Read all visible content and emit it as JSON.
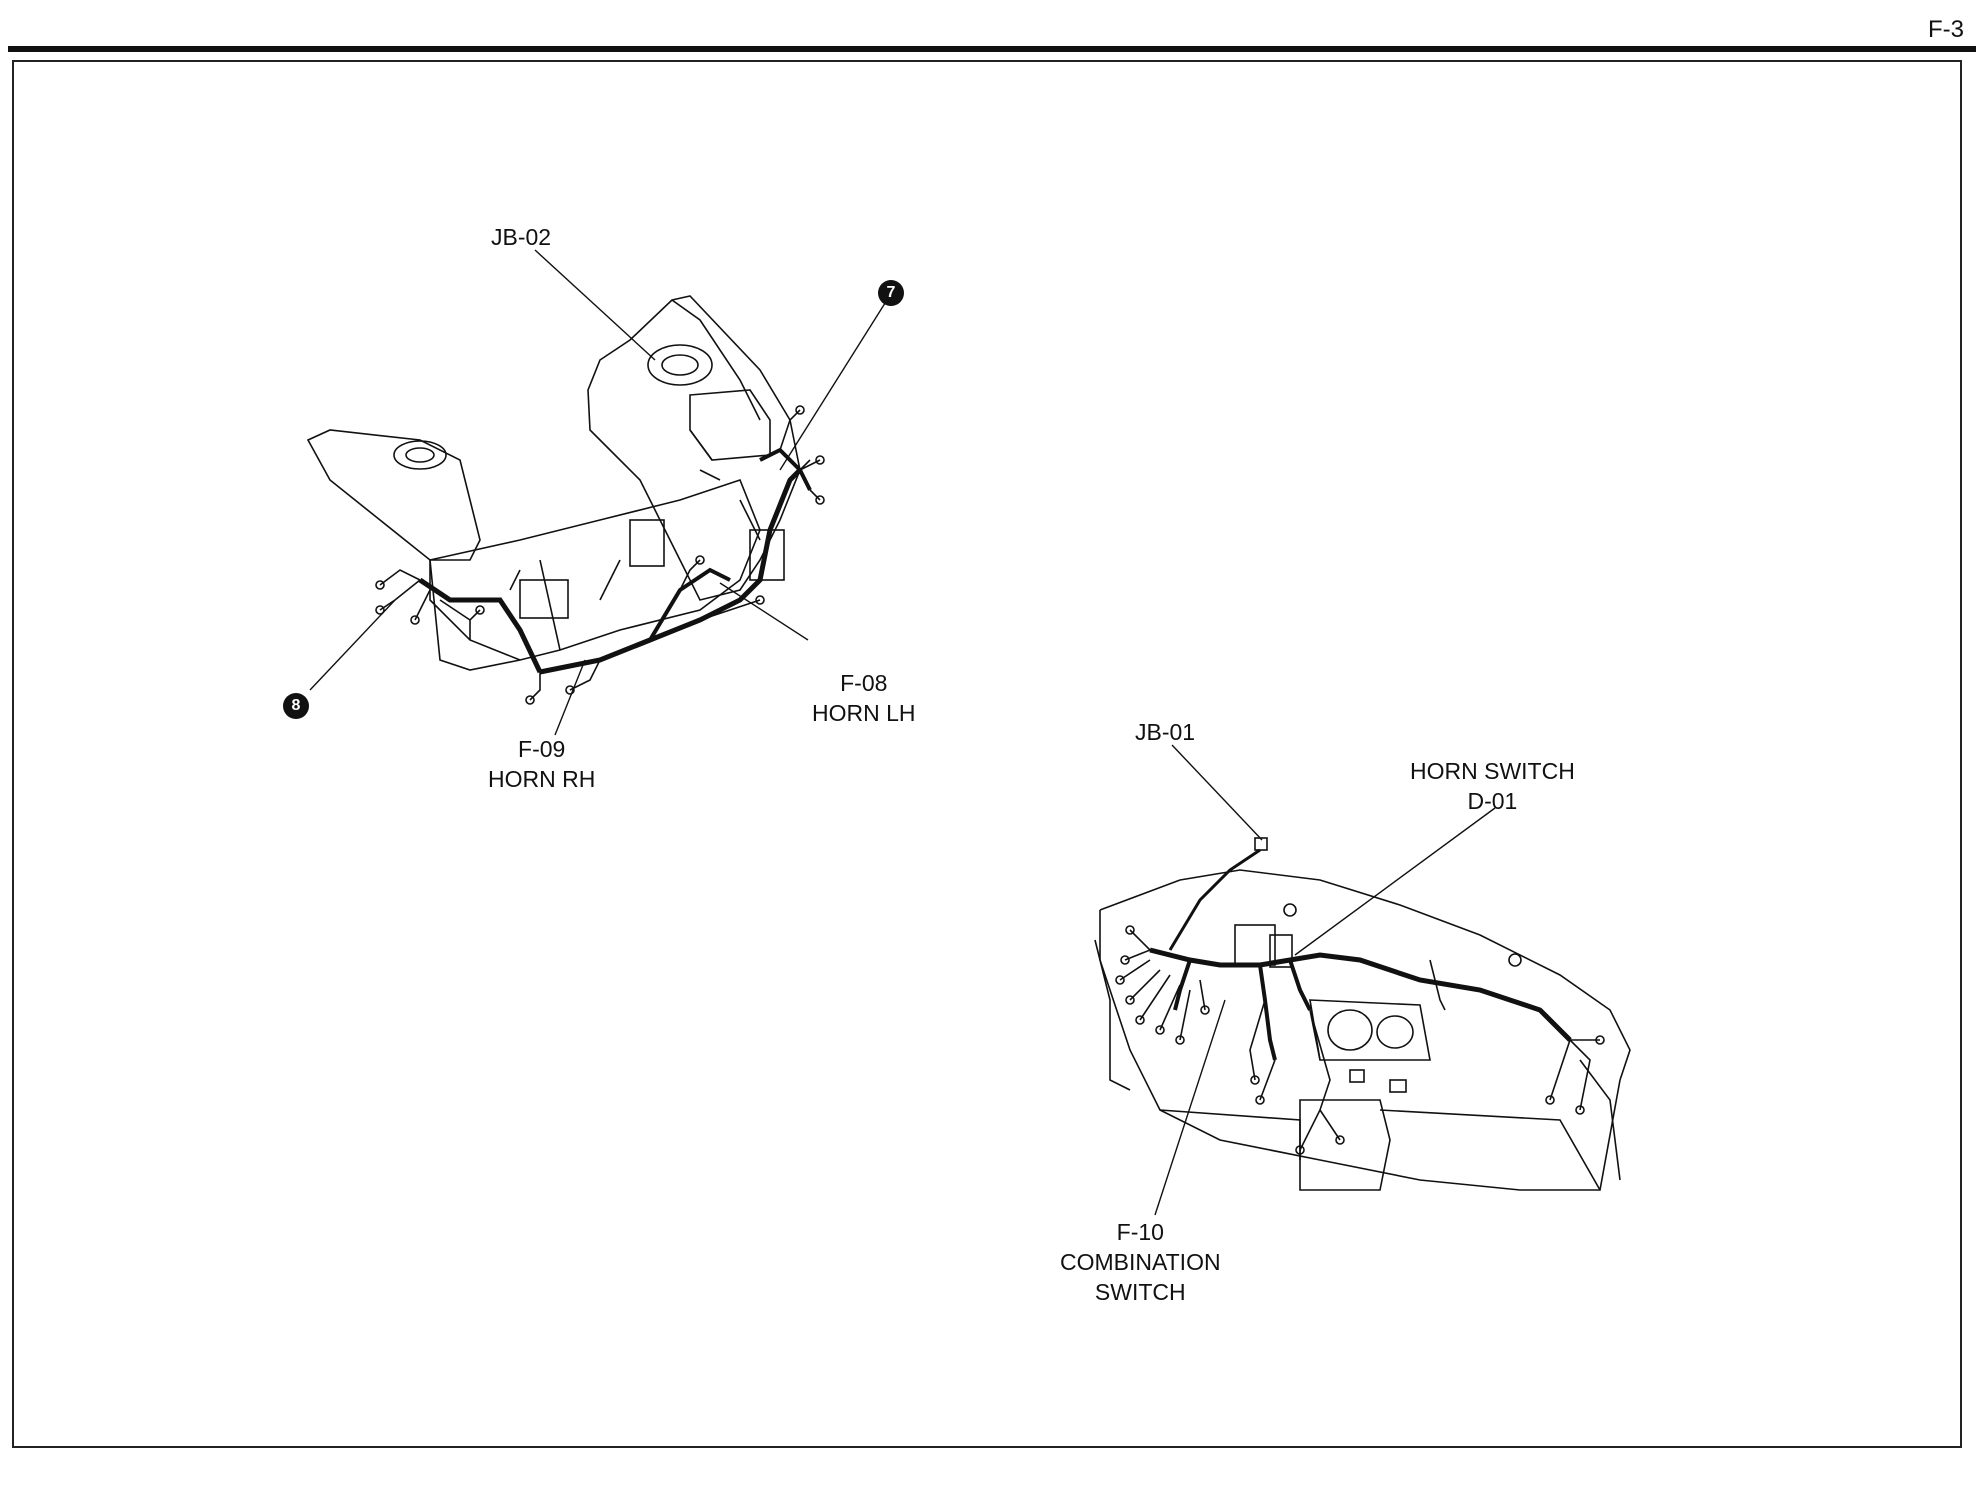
{
  "page": {
    "number": "F-3"
  },
  "callouts": {
    "jb02": "JB-02",
    "f08": {
      "code": "F-08",
      "name": "HORN LH"
    },
    "f09": {
      "code": "F-09",
      "name": "HORN RH"
    },
    "jb01": "JB-01",
    "d01": {
      "name": "HORN SWITCH",
      "code": "D-01"
    },
    "f10": {
      "code": "F-10",
      "name_line1": "COMBINATION",
      "name_line2": "SWITCH"
    },
    "marker7": "7",
    "marker8": "8"
  }
}
